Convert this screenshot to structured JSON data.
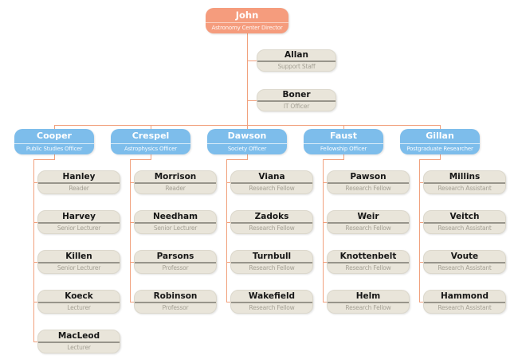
{
  "root": {
    "name": "John",
    "title": "Astronomy Center Director"
  },
  "assistants": [
    {
      "name": "Allan",
      "title": "Support Staff"
    },
    {
      "name": "Boner",
      "title": "IT Officer"
    }
  ],
  "departments": [
    {
      "name": "Cooper",
      "title": "Public Studies Officer",
      "children": [
        {
          "name": "Hanley",
          "title": "Reader"
        },
        {
          "name": "Harvey",
          "title": "Senior Lecturer"
        },
        {
          "name": "Killen",
          "title": "Senior Lecturer"
        },
        {
          "name": "Koeck",
          "title": "Lecturer"
        },
        {
          "name": "MacLeod",
          "title": "Lecturer"
        }
      ]
    },
    {
      "name": "Crespel",
      "title": "Astrophysics Officer",
      "children": [
        {
          "name": "Morrison",
          "title": "Reader"
        },
        {
          "name": "Needham",
          "title": "Senior Lecturer"
        },
        {
          "name": "Parsons",
          "title": "Professor"
        },
        {
          "name": "Robinson",
          "title": "Professor"
        }
      ]
    },
    {
      "name": "Dawson",
      "title": "Society Officer",
      "children": [
        {
          "name": "Viana",
          "title": "Research Fellow"
        },
        {
          "name": "Zadoks",
          "title": "Research Fellow"
        },
        {
          "name": "Turnbull",
          "title": "Research Fellow"
        },
        {
          "name": "Wakefield",
          "title": "Research Fellow"
        }
      ]
    },
    {
      "name": "Faust",
      "title": "Fellowship Officer",
      "children": [
        {
          "name": "Pawson",
          "title": "Research Fellow"
        },
        {
          "name": "Weir",
          "title": "Research Fellow"
        },
        {
          "name": "Knottenbelt",
          "title": "Research Fellow"
        },
        {
          "name": "Helm",
          "title": "Research Fellow"
        }
      ]
    },
    {
      "name": "Gillan",
      "title": "Postgraduate Researcher",
      "children": [
        {
          "name": "Millins",
          "title": "Research Assistant"
        },
        {
          "name": "Veitch",
          "title": "Research Assistant"
        },
        {
          "name": "Voute",
          "title": "Research Assistant"
        },
        {
          "name": "Hammond",
          "title": "Research Assistant"
        }
      ]
    }
  ],
  "colors": {
    "canvas-bg": "#ffffff",
    "salmon": "#F59C7D",
    "blue": "#7DBDEB",
    "beige": "#E9E5DA",
    "divider": "#98958B",
    "muted": "#A5A195",
    "connector": "#F1A17D"
  }
}
